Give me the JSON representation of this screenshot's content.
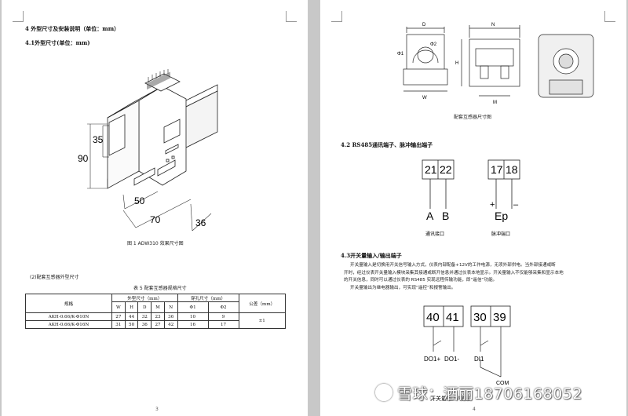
{
  "left_page": {
    "section_title": "4 外型尺寸及安装说明（单位：mm）",
    "subsection_title": "4.1外型尺寸(单位：mm)",
    "dims": {
      "d90": "90",
      "d35": "35",
      "d50": "50",
      "d70": "70",
      "d36": "36"
    },
    "figure_caption": "图 1 ADW310 效果尺寸图",
    "sub_heading": "(2)配套互感器外型尺寸",
    "table_caption": "表 5 配套互感器规格尺寸",
    "table": {
      "model_header": "规格",
      "outline_header": "外型尺寸（mm）",
      "hole_header": "穿孔尺寸（mm）",
      "tolerance_header": "公差（mm）",
      "sub_headers": [
        "W",
        "H",
        "D",
        "M",
        "N",
        "Φ1",
        "Φ2"
      ],
      "rows": [
        {
          "model": "AKH-0.66/K-Φ10N",
          "values": [
            "27",
            "44",
            "32",
            "23",
            "36",
            "10",
            "9"
          ]
        },
        {
          "model": "AKH-0.66/K-Φ16N",
          "values": [
            "31",
            "50",
            "36",
            "27",
            "42",
            "16",
            "17"
          ]
        }
      ],
      "tolerance": "±1"
    },
    "page_number": "3"
  },
  "right_page": {
    "ct_labels": {
      "D": "D",
      "W": "W",
      "H": "H",
      "N": "N",
      "M": "M",
      "phi1": "Φ1",
      "phi2": "Φ2"
    },
    "ct_caption": "配套互感器尺寸图",
    "section_42": "4.2 RS485通讯端子、脉冲输出端子",
    "rs485_terminals": [
      "21",
      "22"
    ],
    "rs485_letters": [
      "A",
      "B"
    ],
    "pulse_terminals": [
      "17",
      "18"
    ],
    "pulse_signs": [
      "+",
      "–"
    ],
    "pulse_label": "Ep",
    "comm_caption": "通讯接口",
    "pulse_caption": "脉冲端口",
    "section_43": "4.3开关量输入/输出端子",
    "paragraph": [
      "开关量输入是切换用开关信号输入方式，仪表内部配备+12V的工作电源，无须外部供电。当外部接通或断",
      "开时，经过仪表开关量输入模块采集其接通或断开信息并通过仪表本地显示。开关量输入不仅能够采集和显示本地",
      "的开关信息，同时可以通过仪表的 RS485 实现远程传输功能，即“遥信”功能。",
      "开关量输出为继电器输出，可实现“遥控”和报警输出。"
    ],
    "do_terminals": [
      "40",
      "41"
    ],
    "di_terminals": [
      "30",
      "39"
    ],
    "do_labels": [
      "DO1+",
      "DO1-"
    ],
    "di_label": "DI1",
    "com_label": "COM",
    "io_caption": "开关量输入/输出",
    "page_number": "4"
  },
  "watermark": "雪球：酒丽18706168052"
}
